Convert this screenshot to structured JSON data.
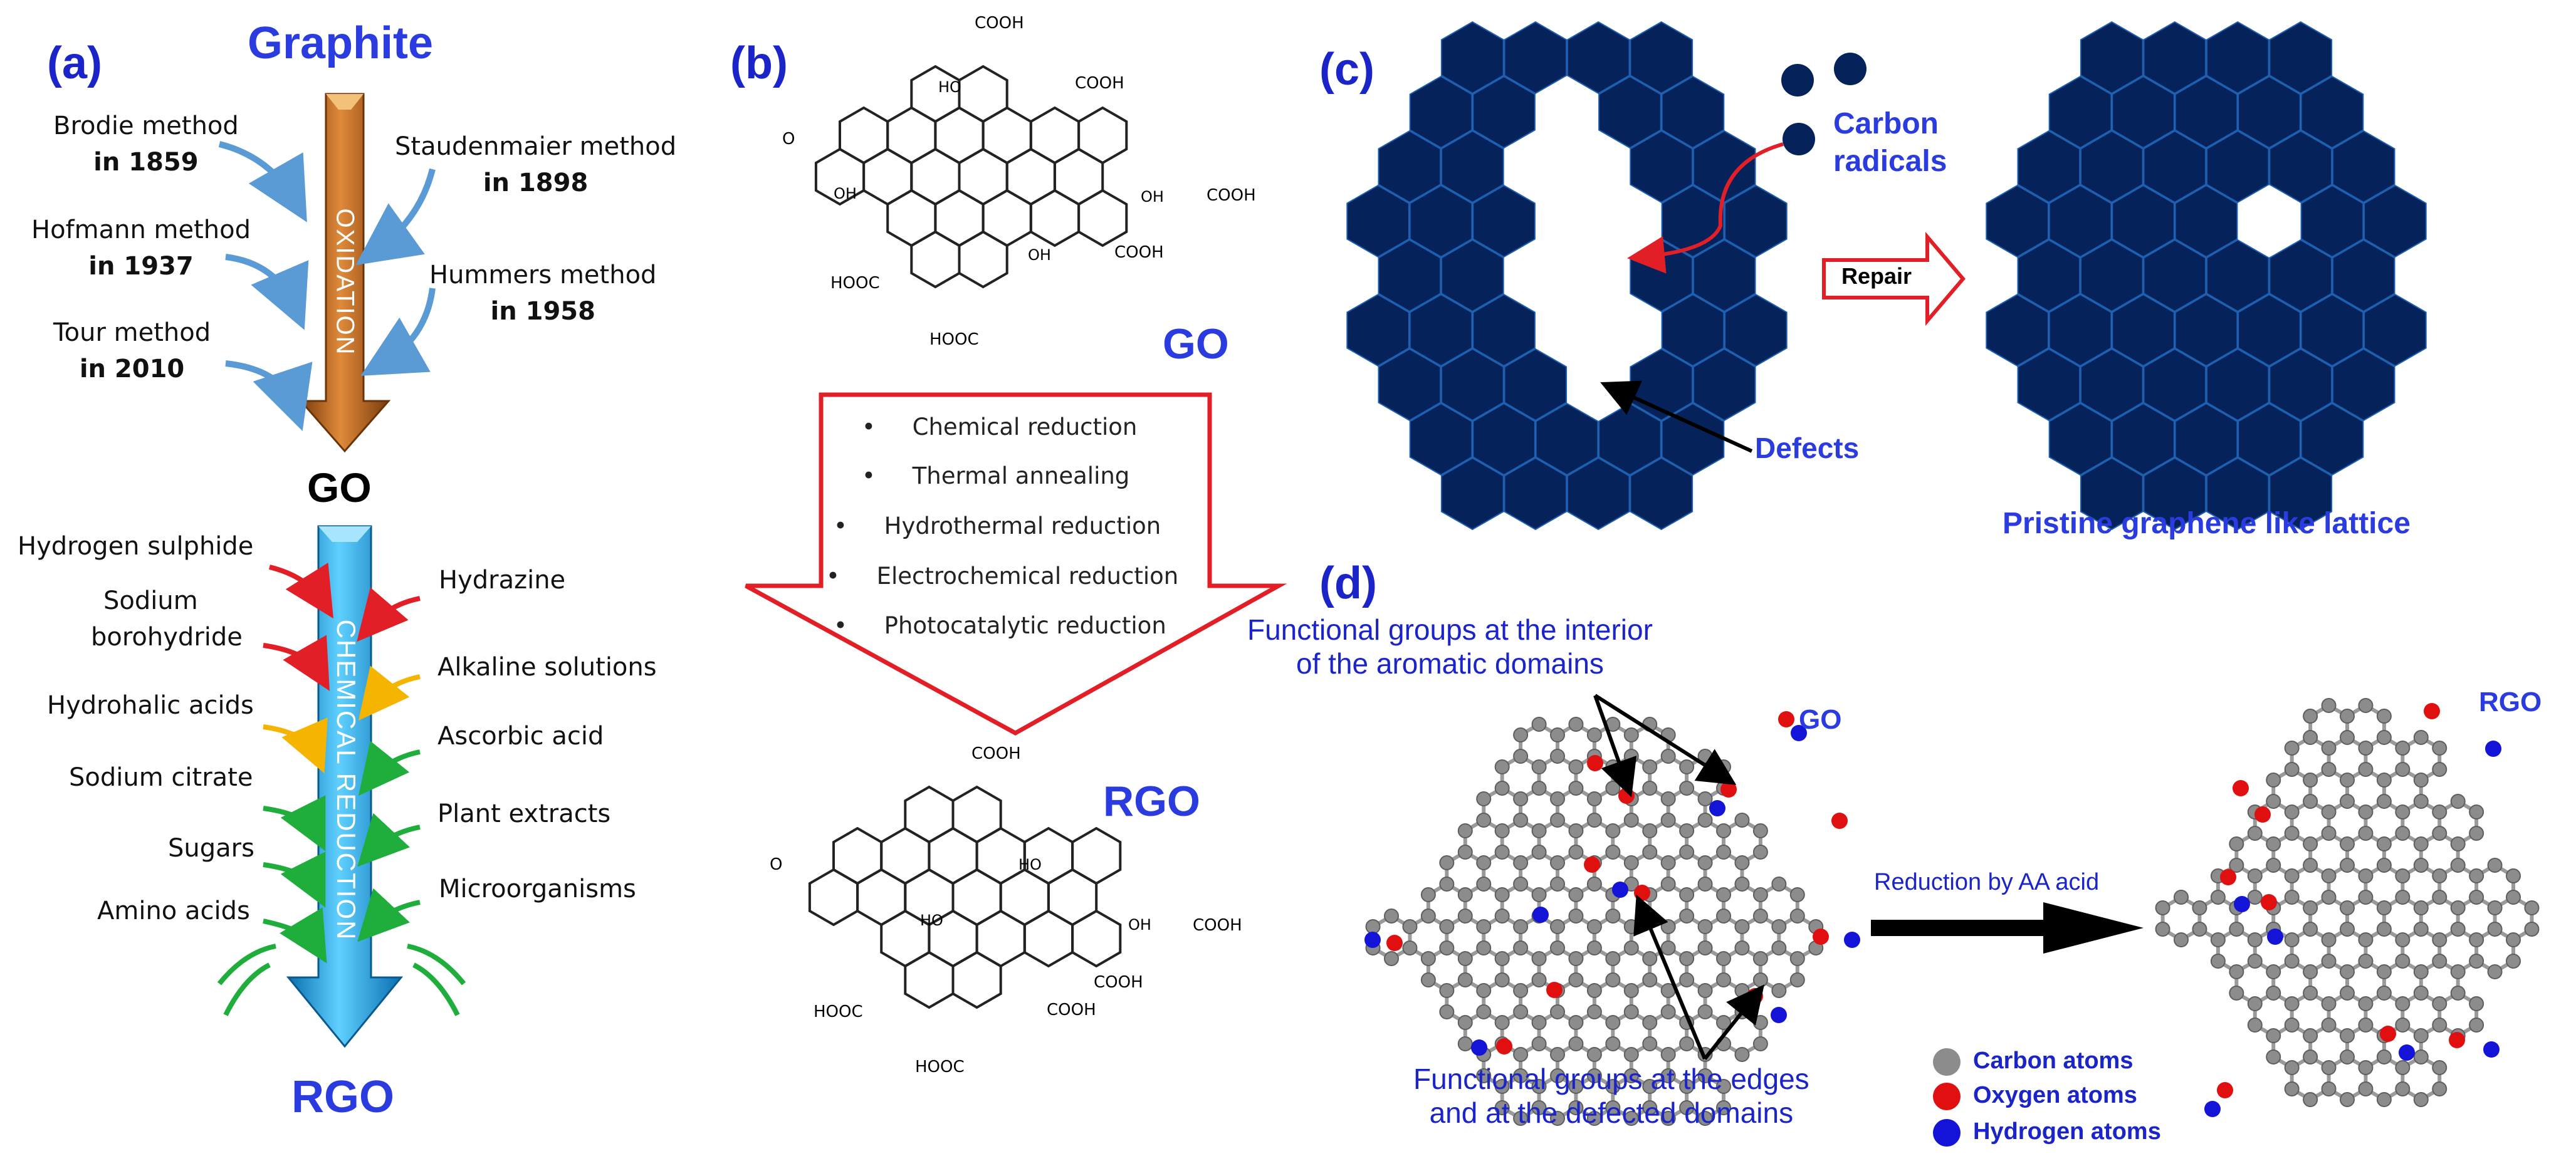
{
  "panels": [
    "(a)",
    "(b)",
    "(c)",
    "(d)"
  ],
  "panel_a": {
    "graphite": "Graphite",
    "go": "GO",
    "rgo": "RGO",
    "oxidation": "OXIDATION",
    "reduction": "CHEMICAL REDUCTION",
    "methods": [
      {
        "name": "Brodie method",
        "year": "in 1859"
      },
      {
        "name": "Hofmann method",
        "year": "in 1937"
      },
      {
        "name": "Tour method",
        "year": "in 2010"
      },
      {
        "name": "Staudenmaier method",
        "year": "in 1898"
      },
      {
        "name": "Hummers method",
        "year": "in 1958"
      }
    ],
    "reducing_left": [
      "Hydrogen sulphide",
      "Sodium",
      "borohydride",
      "Hydrohalic acids",
      "Sodium citrate",
      "Sugars",
      "Amino acids"
    ],
    "reducing_right": [
      "Hydrazine",
      "Alkaline solutions",
      "Ascorbic acid",
      "Plant extracts",
      "Microorganisms"
    ]
  },
  "panel_b": {
    "go": "GO",
    "rgo": "RGO",
    "reductions": [
      "Chemical reduction",
      "Thermal annealing",
      "Hydrothermal reduction",
      "Electrochemical reduction",
      "Photocatalytic reduction"
    ],
    "bullet": "•",
    "chem": {
      "cooh": "COOH",
      "hooc": "HOOC",
      "oh": "OH",
      "ho": "HO",
      "o": "O"
    }
  },
  "panel_c": {
    "carbon_radicals_1": "Carbon",
    "carbon_radicals_2": "radicals",
    "repair": "Repair",
    "defects": "Defects",
    "pristine": "Pristine graphene like lattice"
  },
  "panel_d": {
    "interior_1": "Functional groups at the interior",
    "interior_2": "of the aromatic domains",
    "edges_1": "Functional groups at the edges",
    "edges_2": "and at the defected domains",
    "go": "GO",
    "rgo": "RGO",
    "reduction": "Reduction by AA acid",
    "legend": [
      "Carbon atoms",
      "Oxygen atoms",
      "Hydrogen atoms"
    ]
  },
  "colors": {
    "panel_label": "#1a24c8",
    "hex_fill": "#06225a",
    "oxidation_arrow": "#b8651e",
    "reduction_arrow": "#1aa6e0",
    "red_arrow": "#e21f26",
    "carbon": "#8c8c8c",
    "oxygen": "#e01010",
    "hydrogen": "#1414d8"
  }
}
